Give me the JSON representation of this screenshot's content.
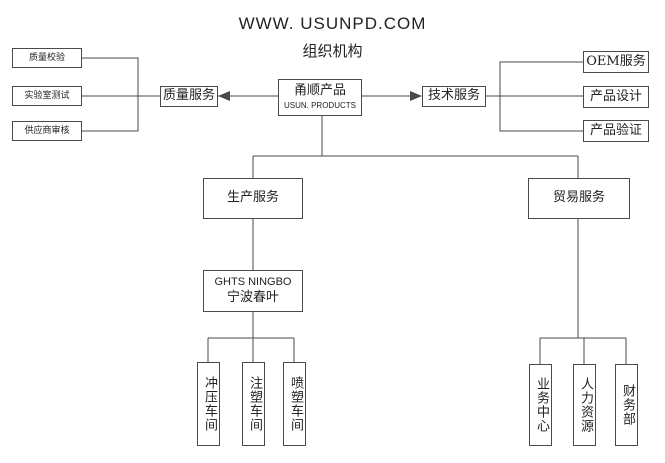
{
  "header": {
    "website": "WWW. USUNPD.COM",
    "subtitle": "组织机构"
  },
  "root": {
    "name_cn": "甬顺产品",
    "name_en": "USUN. PRODUCTS"
  },
  "quality": {
    "label": "质量服务",
    "items": [
      "质量校验",
      "实验室测试",
      "供应商审核"
    ]
  },
  "tech": {
    "label": "技术服务",
    "items": [
      "OEM服务",
      "产品设计",
      "产品验证"
    ]
  },
  "production": {
    "label": "生产服务",
    "factory_en": "GHTS NINGBO",
    "factory_cn": "宁波春叶",
    "workshops": [
      "冲压车间",
      "注塑车间",
      "喷塑车间"
    ]
  },
  "trade": {
    "label": "贸易服务",
    "departments": [
      "业务中心",
      "人力资源",
      "财务部"
    ]
  },
  "colors": {
    "line": "#4a4a4a",
    "text": "#222222",
    "background": "#ffffff"
  }
}
